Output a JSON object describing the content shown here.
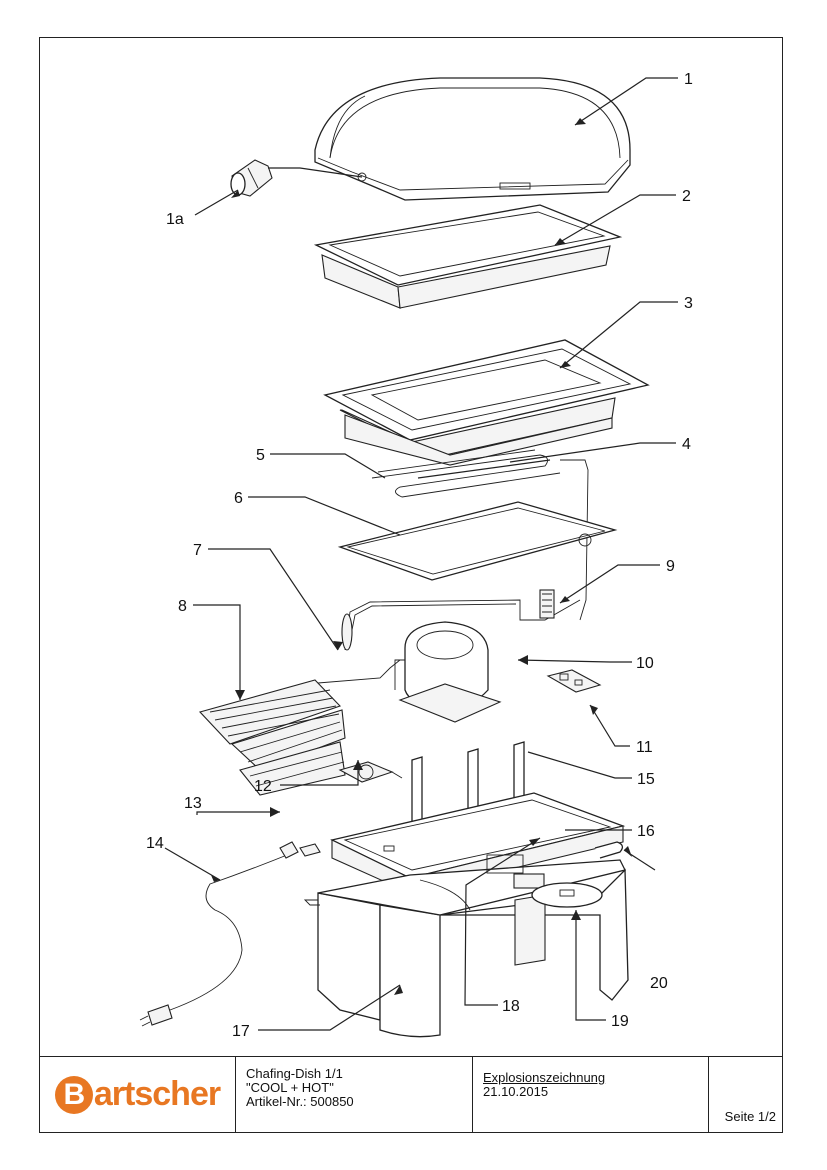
{
  "labels": [
    {
      "id": "1",
      "text": "1"
    },
    {
      "id": "1a",
      "text": "1a"
    },
    {
      "id": "2",
      "text": "2"
    },
    {
      "id": "3",
      "text": "3"
    },
    {
      "id": "4",
      "text": "4"
    },
    {
      "id": "5",
      "text": "5"
    },
    {
      "id": "6",
      "text": "6"
    },
    {
      "id": "7",
      "text": "7"
    },
    {
      "id": "8",
      "text": "8"
    },
    {
      "id": "9",
      "text": "9"
    },
    {
      "id": "10",
      "text": "10"
    },
    {
      "id": "11",
      "text": "11"
    },
    {
      "id": "12",
      "text": "12"
    },
    {
      "id": "13",
      "text": "13"
    },
    {
      "id": "14",
      "text": "14"
    },
    {
      "id": "15",
      "text": "15"
    },
    {
      "id": "16",
      "text": "16"
    },
    {
      "id": "17",
      "text": "17"
    },
    {
      "id": "18",
      "text": "18"
    },
    {
      "id": "19",
      "text": "19"
    },
    {
      "id": "20",
      "text": "20"
    }
  ],
  "title_block": {
    "brand": "Bartscher",
    "brand_initial": "B",
    "brand_rest": "artscher",
    "brand_color": "#e87722",
    "product_line1": "Chafing-Dish 1/1",
    "product_line2": "\"COOL + HOT\"",
    "product_line3": "Artikel-Nr.: 500850",
    "drawing_type": "Explosionszeichnung",
    "date": "21.10.2015",
    "page": "Seite 1/2"
  }
}
